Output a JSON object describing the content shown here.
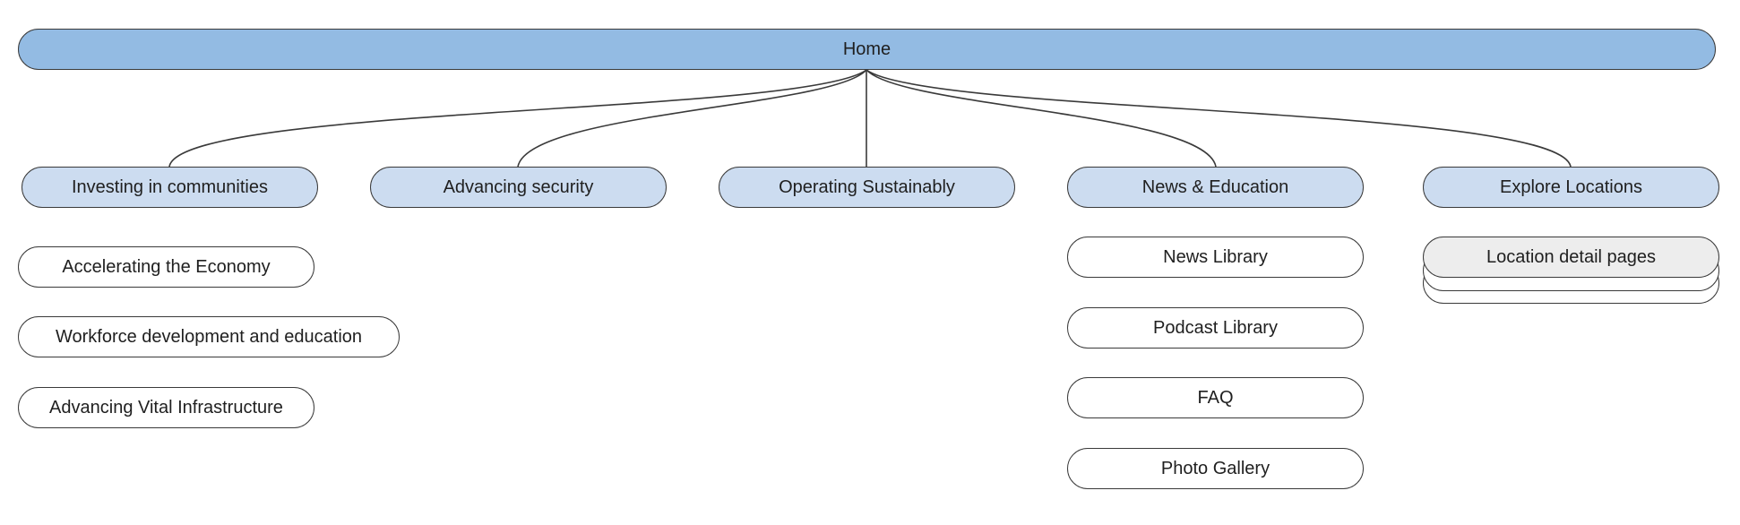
{
  "diagram": {
    "root": {
      "label": "Home"
    },
    "sections": [
      {
        "label": "Investing in communities",
        "children": [
          "Accelerating the Economy",
          "Workforce development and education",
          "Advancing Vital Infrastructure"
        ]
      },
      {
        "label": "Advancing security",
        "children": []
      },
      {
        "label": "Operating Sustainably",
        "children": []
      },
      {
        "label": "News & Education",
        "children": [
          "News Library",
          "Podcast Library",
          "FAQ",
          "Photo Gallery"
        ]
      },
      {
        "label": "Explore Locations",
        "children": [
          "Location detail pages"
        ]
      }
    ]
  },
  "colors": {
    "root_fill": "#93bbe3",
    "section_fill": "#ccdcf0",
    "stacked_page_fill": "#ededed",
    "outline": "#3a3a3a"
  }
}
